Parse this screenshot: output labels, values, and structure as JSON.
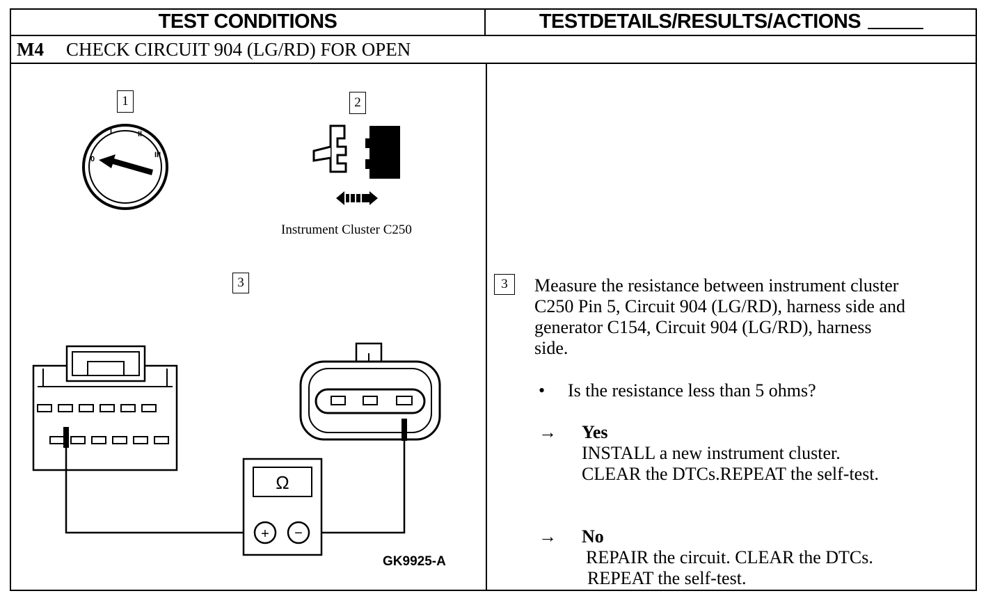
{
  "header": {
    "left": "TEST CONDITIONS",
    "right": "TESTDETAILS/RESULTS/ACTIONS"
  },
  "step": {
    "id": "M4",
    "title": "CHECK CIRCUIT 904 (LG/RD) FOR OPEN"
  },
  "figure": {
    "labels": [
      "1",
      "2",
      "3"
    ],
    "key_positions": [
      "0",
      "I",
      "II",
      "III"
    ],
    "connector_caption": "Instrument Cluster C250",
    "meter_symbol": "Ω",
    "plus": "+",
    "minus": "−",
    "figure_id": "GK9925-A"
  },
  "details": {
    "step_number": "3",
    "instruction_lines": [
      "Measure the resistance between instrument cluster",
      "C250 Pin 5, Circuit 904 (LG/RD), harness side and",
      "generator C154, Circuit 904 (LG/RD), harness",
      "side."
    ],
    "bullet": "•",
    "question": "Is the resistance less than 5 ohms?",
    "arrow": "→",
    "yes": {
      "label": "Yes",
      "lines": [
        "INSTALL a new instrument cluster.",
        "CLEAR the DTCs.REPEAT the self-test."
      ]
    },
    "no": {
      "label": "No",
      "lines": [
        "REPAIR the circuit. CLEAR the DTCs.",
        "REPEAT the self-test."
      ]
    }
  }
}
